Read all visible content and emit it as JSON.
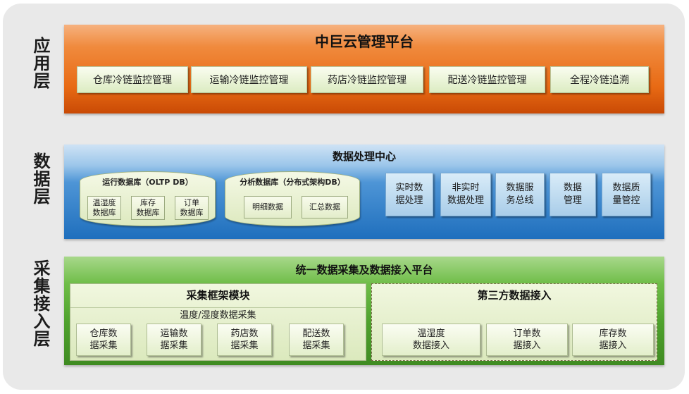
{
  "layers": {
    "application_label": "应用层",
    "data_label": "数据层",
    "acquisition_label": "采集接入层"
  },
  "application": {
    "title": "中巨云管理平台",
    "modules": [
      "仓库冷链监控管理",
      "运输冷链监控管理",
      "药店冷链监控管理",
      "配送冷链监控管理",
      "全程冷链追溯"
    ]
  },
  "data": {
    "title": "数据处理中心",
    "oltp": {
      "title": "运行数据库（OLTP DB）",
      "items": [
        "温湿度\n数据库",
        "库存\n数据库",
        "订单\n数据库"
      ]
    },
    "analytic": {
      "title": "分析数据库（分布式架构DB）",
      "items": [
        "明细数据",
        "汇总数据"
      ]
    },
    "processing": [
      "实时数\n据处理",
      "非实时\n数据处理",
      "数据服\n务总线",
      "数据\n管理",
      "数据质\n量管控"
    ]
  },
  "acquisition": {
    "title": "统一数据采集及数据接入平台",
    "framework": {
      "title": "采集框架模块",
      "subtitle": "温度/湿度数据采集",
      "items": [
        "仓库数\n据采集",
        "运输数\n据采集",
        "药店数\n据采集",
        "配送数\n据采集"
      ]
    },
    "third_party": {
      "title": "第三方数据接入",
      "items": [
        "温湿度\n数据接入",
        "订单数\n据接入",
        "库存数\n据接入"
      ]
    }
  },
  "colors": {
    "application_band": "#e86a14",
    "data_band": "#1f6fbd",
    "acquisition_band": "#4fa22d",
    "frame_background": "#e9e9e9"
  }
}
